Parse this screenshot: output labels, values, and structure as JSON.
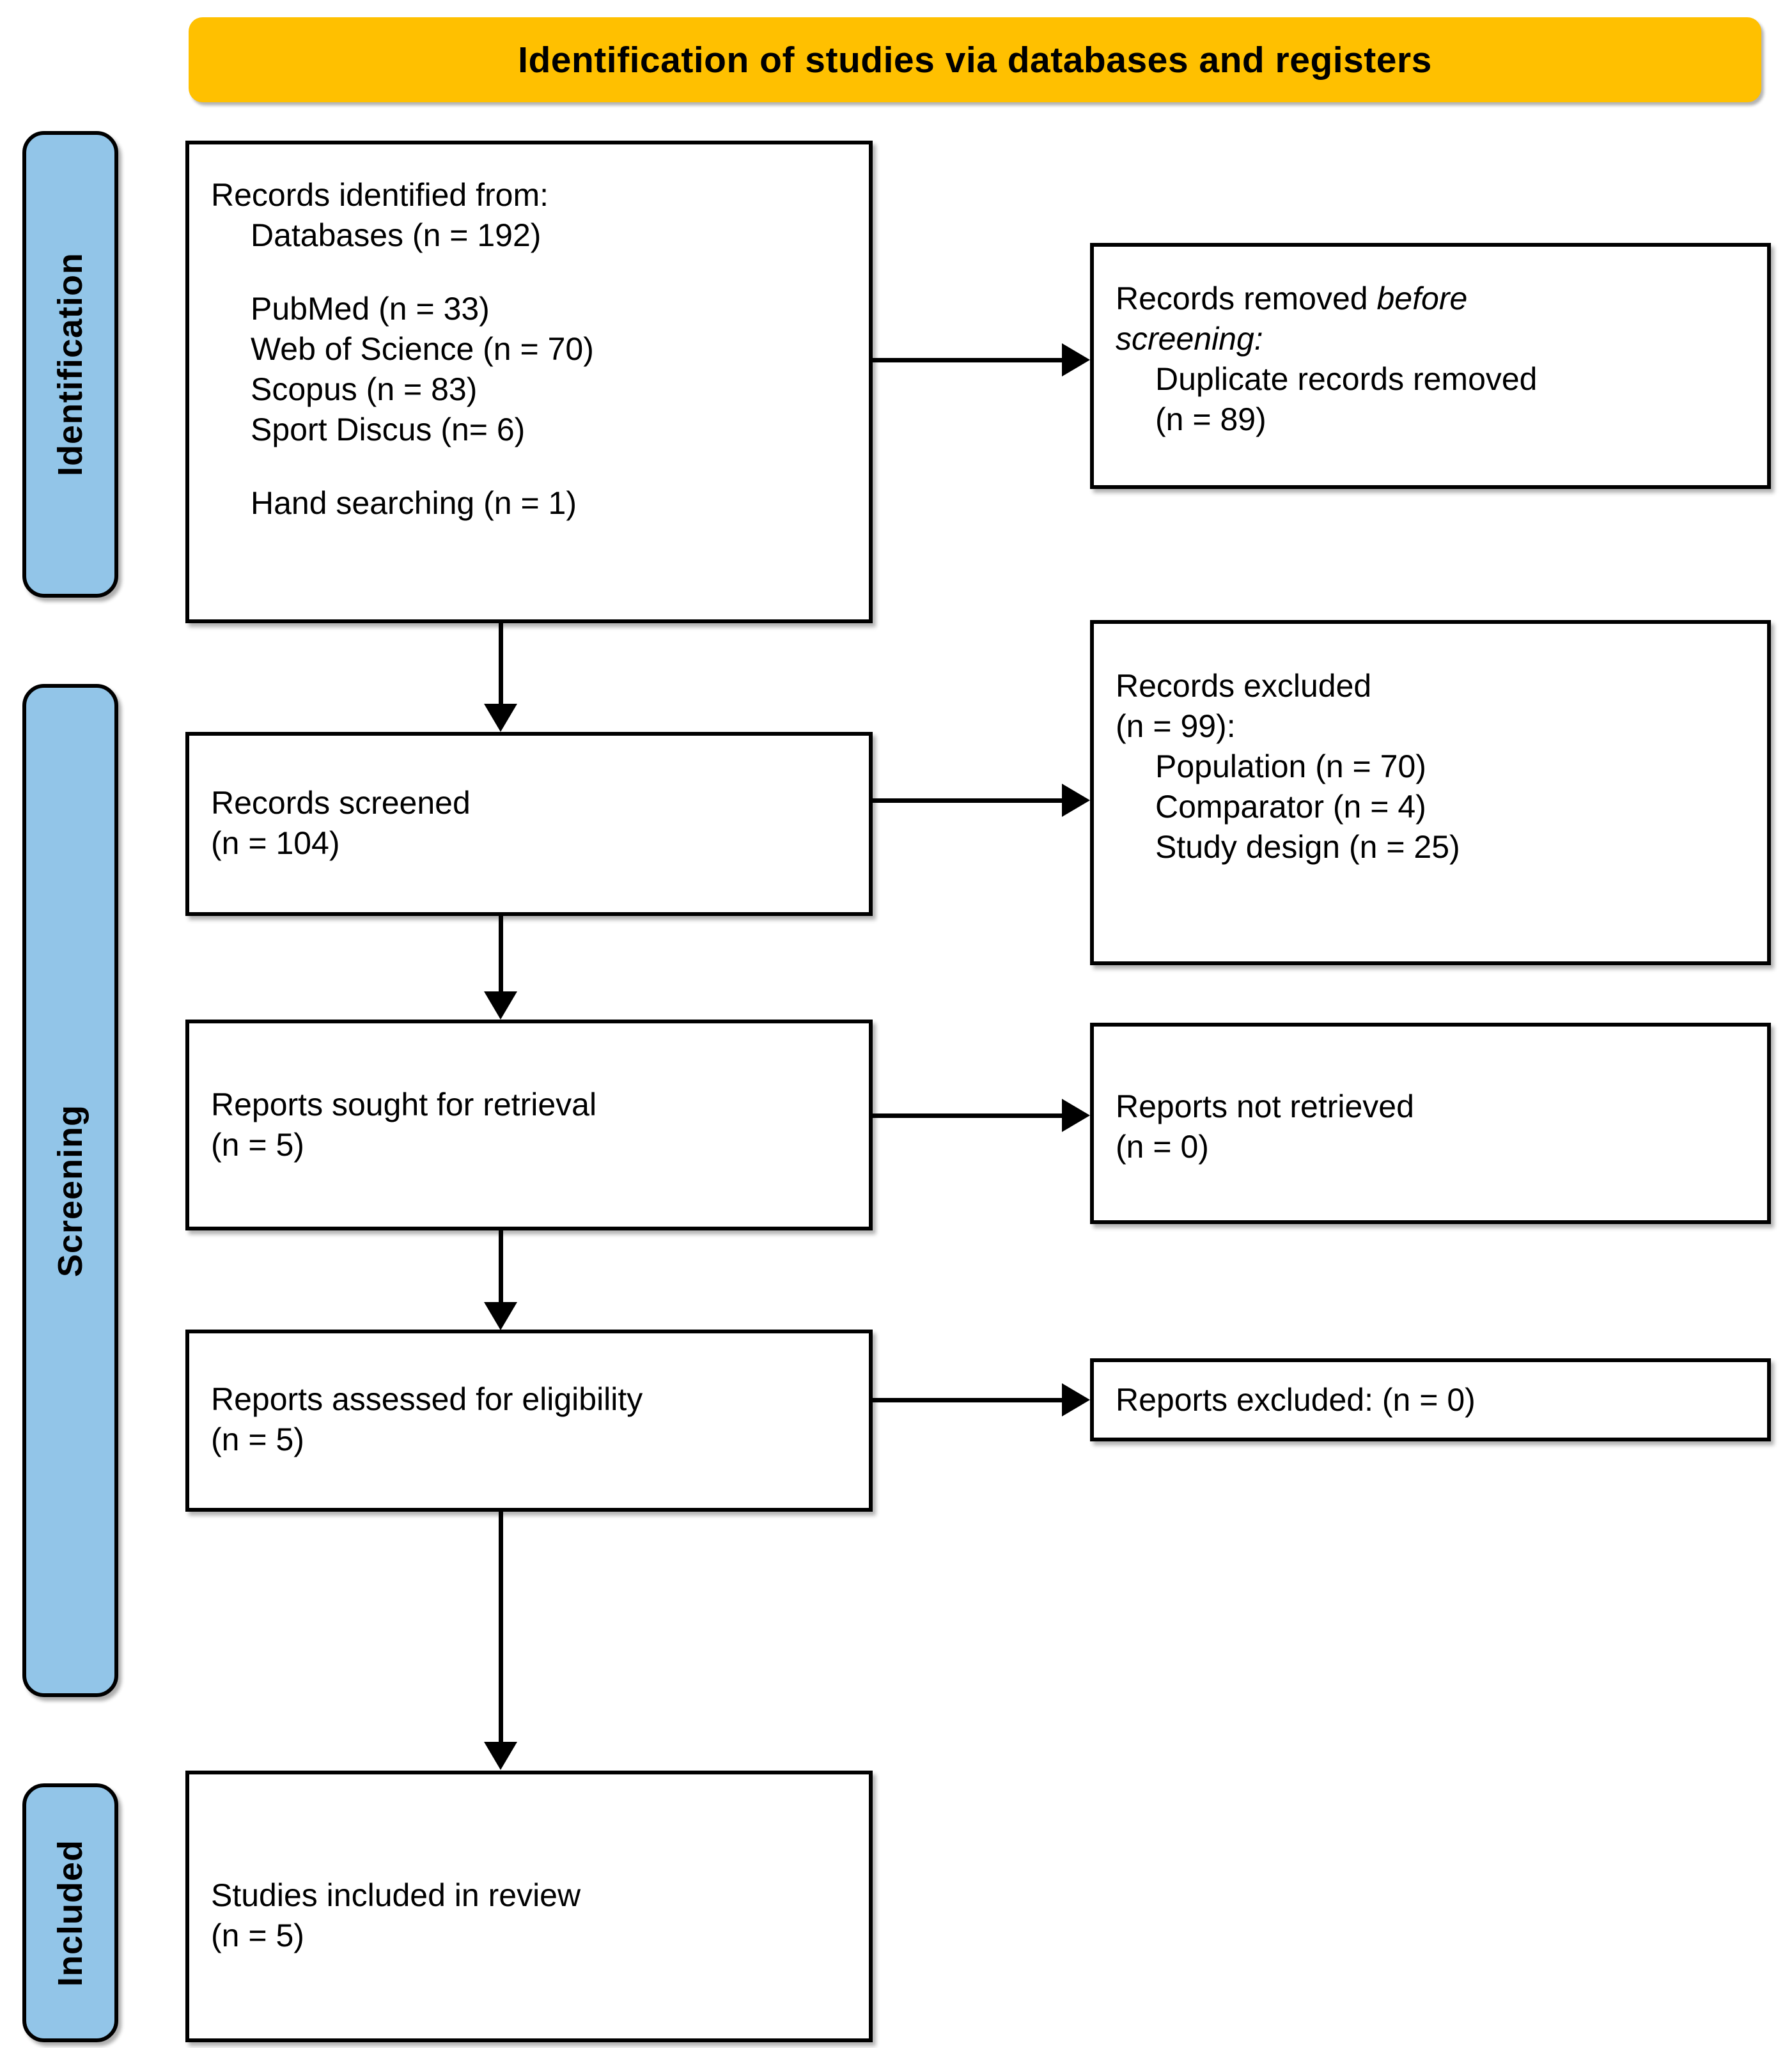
{
  "header": {
    "title": "Identification of studies via databases and registers",
    "background_color": "#FFC000"
  },
  "stages": {
    "background_color": "#92C5E8",
    "identification": "Identification",
    "screening": "Screening",
    "included": "Included"
  },
  "boxes": {
    "identified": {
      "l1": "Records identified from:",
      "l2": "Databases (n = 192)",
      "l3": "PubMed (n = 33)",
      "l4": "Web of Science (n = 70)",
      "l5": "Scopus (n = 83)",
      "l6": "Sport Discus (n= 6)",
      "l7": "Hand searching (n = 1)"
    },
    "removed": {
      "l1a": "Records removed ",
      "l1b": "before",
      "l2": "screening:",
      "l3": "Duplicate records removed",
      "l4": "(n = 89)"
    },
    "screened": {
      "l1": "Records screened",
      "l2": "(n = 104)"
    },
    "excluded": {
      "l1": "Records excluded",
      "l2": "(n = 99):",
      "l3": "Population (n = 70)",
      "l4": "Comparator (n = 4)",
      "l5": "Study design (n = 25)"
    },
    "sought": {
      "l1": "Reports sought for retrieval",
      "l2": "(n = 5)"
    },
    "notretrieved": {
      "l1": "Reports not retrieved",
      "l2": "(n = 0)"
    },
    "assessed": {
      "l1": "Reports assessed for eligibility",
      "l2": "(n = 5)"
    },
    "repexcluded": {
      "l1": "Reports excluded: (n = 0)"
    },
    "included": {
      "l1": "Studies included in review",
      "l2": "(n = 5)"
    }
  },
  "chart_data": {
    "type": "diagram",
    "title": "Identification of studies via databases and registers",
    "stages": [
      "Identification",
      "Screening",
      "Included"
    ],
    "nodes": [
      {
        "id": "identified",
        "stage": "Identification",
        "label": "Records identified from: Databases",
        "n": 192,
        "sources": [
          {
            "name": "PubMed",
            "n": 33
          },
          {
            "name": "Web of Science",
            "n": 70
          },
          {
            "name": "Scopus",
            "n": 83
          },
          {
            "name": "Sport Discus",
            "n": 6
          },
          {
            "name": "Hand searching",
            "n": 1
          }
        ]
      },
      {
        "id": "removed",
        "stage": "Identification",
        "label": "Records removed before screening: Duplicate records removed",
        "n": 89
      },
      {
        "id": "screened",
        "stage": "Screening",
        "label": "Records screened",
        "n": 104
      },
      {
        "id": "excluded",
        "stage": "Screening",
        "label": "Records excluded",
        "n": 99,
        "reasons": [
          {
            "name": "Population",
            "n": 70
          },
          {
            "name": "Comparator",
            "n": 4
          },
          {
            "name": "Study design",
            "n": 25
          }
        ]
      },
      {
        "id": "sought",
        "stage": "Screening",
        "label": "Reports sought for retrieval",
        "n": 5
      },
      {
        "id": "notretrieved",
        "stage": "Screening",
        "label": "Reports not retrieved",
        "n": 0
      },
      {
        "id": "assessed",
        "stage": "Screening",
        "label": "Reports assessed for eligibility",
        "n": 5
      },
      {
        "id": "repexcluded",
        "stage": "Screening",
        "label": "Reports excluded",
        "n": 0
      },
      {
        "id": "included",
        "stage": "Included",
        "label": "Studies included in review",
        "n": 5
      }
    ],
    "edges": [
      {
        "from": "identified",
        "to": "removed",
        "direction": "right"
      },
      {
        "from": "identified",
        "to": "screened",
        "direction": "down"
      },
      {
        "from": "screened",
        "to": "excluded",
        "direction": "right"
      },
      {
        "from": "screened",
        "to": "sought",
        "direction": "down"
      },
      {
        "from": "sought",
        "to": "notretrieved",
        "direction": "right"
      },
      {
        "from": "sought",
        "to": "assessed",
        "direction": "down"
      },
      {
        "from": "assessed",
        "to": "repexcluded",
        "direction": "right"
      },
      {
        "from": "assessed",
        "to": "included",
        "direction": "down"
      }
    ]
  }
}
